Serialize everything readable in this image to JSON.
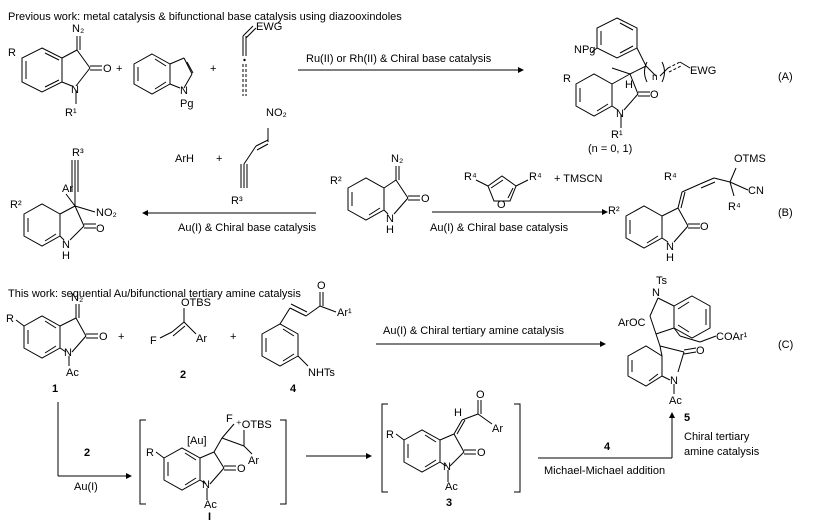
{
  "headers": {
    "previous": "Previous work: metal catalysis & bifunctional base catalysis using diazooxindoles",
    "this_work": "This work: sequential Au/bifunctional tertiary amine catalysis"
  },
  "scheme_labels": {
    "a": "(A)",
    "b": "(B)",
    "c": "(C)"
  },
  "conditions": {
    "a": "Ru(II) or Rh(II) & Chiral base catalysis",
    "b_left": "Au(I) & Chiral base catalysis",
    "b_right": "Au(I) & Chiral base catalysis",
    "c_main": "Au(I) & Chiral tertiary amine catalysis",
    "c_down_num": "2",
    "c_down_cat": "Au(I)",
    "c_step_num": "4",
    "c_step_name": "Michael-Michael addition",
    "c_up_line1": "Chiral tertiary",
    "c_up_line2": "amine catalysis"
  },
  "labels": {
    "n_eq": "(n = 0, 1)",
    "arh": "ArH",
    "plus": "+",
    "tmscn": "+ TMSCN",
    "compound_1": "1",
    "compound_2": "2",
    "compound_4": "4",
    "compound_5": "5",
    "compound_3": "3",
    "intermediate_I": "I"
  },
  "atoms": {
    "N2": "N₂",
    "O": "O",
    "N": "N",
    "NH": "N",
    "H": "H",
    "R": "R",
    "R1": "R¹",
    "R2": "R²",
    "R3": "R³",
    "R4": "R⁴",
    "Pg": "Pg",
    "EWG": "EWG",
    "NPg": "NPg",
    "NO2": "NO₂",
    "Ar": "Ar",
    "OTMS": "OTMS",
    "CN": "CN",
    "Ac": "Ac",
    "OTBS": "OTBS",
    "F": "F",
    "NHTs": "NHTs",
    "Ar1": "Ar¹",
    "Ts": "Ts",
    "ArOC": "ArOC",
    "COAr1": "COAr¹",
    "Au": "[Au]",
    "plus_OTBS": "⁺OTBS",
    "n": "n"
  }
}
